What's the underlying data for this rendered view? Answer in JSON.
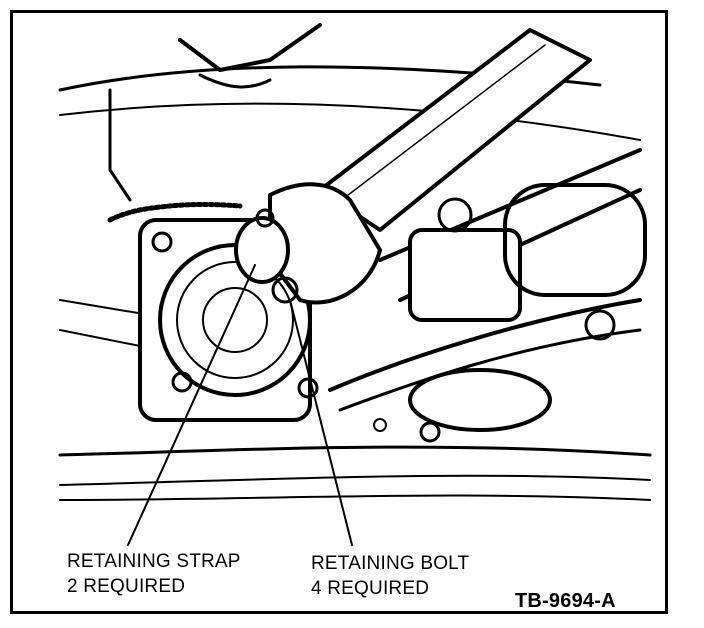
{
  "callouts": [
    {
      "line1": "RETAINING STRAP",
      "line2": "2 REQUIRED"
    },
    {
      "line1": "RETAINING BOLT",
      "line2": "4 REQUIRED"
    }
  ],
  "figure_code": "TB-9694-A"
}
